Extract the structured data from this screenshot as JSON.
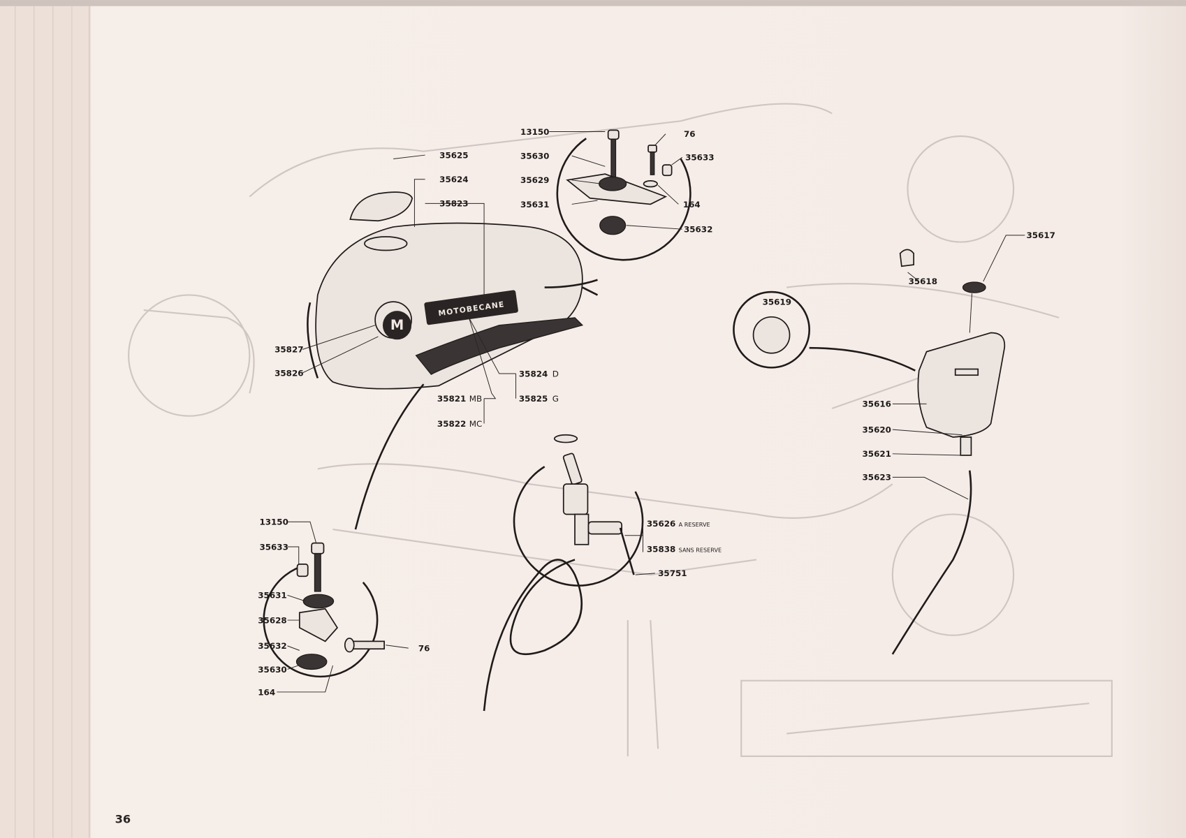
{
  "page_number": "36",
  "badge": {
    "brand_text": "MOTOBECANE",
    "logo_letter": "M"
  },
  "callouts": {
    "top_mount": {
      "bolt": "13150",
      "rubber_upper": "35630",
      "plate": "35629",
      "bracket": "35631",
      "screw": "76",
      "spacer": "35633",
      "washer": "164",
      "rubber_lower": "35632"
    },
    "tank": {
      "cap": "35625",
      "tank": "35624",
      "badge_strip": "35823",
      "emblem": "35827",
      "emblem_ring": "35826",
      "trim_right": "35824",
      "trim_right_suffix": "D",
      "trim_left": "35825",
      "trim_left_suffix": "G",
      "tank_mb": "35821",
      "tank_mb_suffix": "MB",
      "tank_mc": "35822",
      "tank_mc_suffix": "MC"
    },
    "bottom_mount": {
      "bolt": "13150",
      "spacer": "35633",
      "bracket": "35631",
      "support": "35628",
      "rubber": "35632",
      "rubber_lower": "35630",
      "washer": "164",
      "screw": "76"
    },
    "tap": {
      "tap_reserve": "35626",
      "tap_reserve_note": "A RESERVE",
      "tap_no_reserve": "35838",
      "tap_no_reserve_note": "SANS RESERVE",
      "hose": "35751"
    },
    "oil_tank": {
      "cap": "35617",
      "clip": "35618",
      "filter": "35619",
      "tank": "35616",
      "union": "35620",
      "nut": "35621",
      "hose": "35623"
    }
  }
}
